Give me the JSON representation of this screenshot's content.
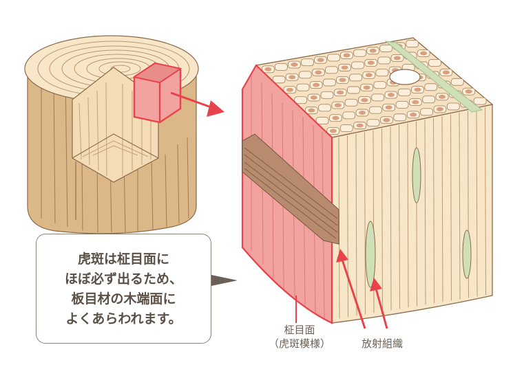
{
  "callout": {
    "lines": "虎斑は柾目面に\nほぼ必ず出るため、\n板目材の木端面に\nよくあらわれます。"
  },
  "labels": {
    "masame_line1": "柾目面",
    "masame_line2": "（虎斑模様）",
    "ray_tissue": "放射組織"
  },
  "colors": {
    "wood_light": "#f8e6c8",
    "wood_mid": "#ecd2a7",
    "wood_dark": "#d4b27f",
    "line": "#8a6a48",
    "highlight": "#e8424a",
    "highlight_fill": "#f2a3a0",
    "cell_fill": "#d8a07e",
    "ray_green": "#cfe0b9"
  }
}
